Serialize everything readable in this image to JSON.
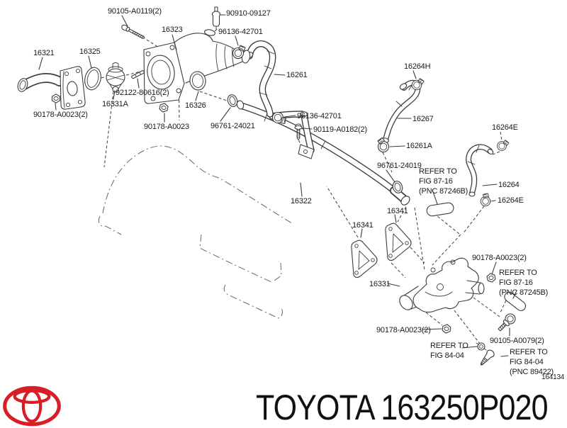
{
  "page": {
    "background": "#ffffff",
    "description": "Toyota parts catalog exploded diagram, water by-pass pipe / thermostat housing"
  },
  "colors": {
    "line": "#3b3b3b",
    "engine_outline": "#666666",
    "label": "#1a1a1a",
    "logo_red": "#d91d24",
    "title": "#111111"
  },
  "diagram": {
    "diagram_id": "164134",
    "callouts": [
      {
        "id": "bolt-90105-A0119",
        "text": "90105-A0119(2)"
      },
      {
        "id": "sensor-90910-09127",
        "text": "90910-09127"
      },
      {
        "id": "housing-16323",
        "text": "16323"
      },
      {
        "id": "clamp-96136-42701-top",
        "text": "96136-42701"
      },
      {
        "id": "gasket-16325",
        "text": "16325"
      },
      {
        "id": "inlet-16321",
        "text": "16321"
      },
      {
        "id": "clamp-16264H",
        "text": "16264H"
      },
      {
        "id": "hose-16261",
        "text": "16261"
      },
      {
        "id": "stud-92122-80616",
        "text": "92122-80616(2)"
      },
      {
        "id": "thermostat-16331A",
        "text": "16331A"
      },
      {
        "id": "oring-16326",
        "text": "16326"
      },
      {
        "id": "nut-90178-A0023-left",
        "text": "90178-A0023(2)"
      },
      {
        "id": "clamp-96136-42701-mid",
        "text": "96136-42701"
      },
      {
        "id": "hose-16267",
        "text": "16267"
      },
      {
        "id": "ring-96761-24021",
        "text": "96761-24021"
      },
      {
        "id": "nut-90178-A0023-mid",
        "text": "90178-A0023"
      },
      {
        "id": "clamp-16264E-top",
        "text": "16264E"
      },
      {
        "id": "bolt-90119-A0182",
        "text": "90119-A0182(2)"
      },
      {
        "id": "clamp-16261A",
        "text": "16261A"
      },
      {
        "id": "ring-96761-24019",
        "text": "96761-24019"
      },
      {
        "id": "note-fig87-16-87246B",
        "text": "REFER TO\nFIG 87-16\n(PNC 87246B)"
      },
      {
        "id": "hose-16264",
        "text": "16264"
      },
      {
        "id": "clamp-16264E-bottom",
        "text": "16264E"
      },
      {
        "id": "pipe-16322",
        "text": "16322"
      },
      {
        "id": "gasket-16341-right",
        "text": "16341"
      },
      {
        "id": "gasket-16341-left",
        "text": "16341"
      },
      {
        "id": "nut-90178-A0023-right",
        "text": "90178-A0023(2)"
      },
      {
        "id": "note-fig87-16-87245B",
        "text": "REFER TO\nFIG 87-16\n(PNC 87245B)"
      },
      {
        "id": "outlet-16331",
        "text": "16331"
      },
      {
        "id": "nut-90178-A0023-bottom",
        "text": "90178-A0023(2)"
      },
      {
        "id": "bolt-90105-A0079",
        "text": "90105-A0079(2)"
      },
      {
        "id": "note-fig84-04",
        "text": "REFER TO\nFIG 84-04"
      },
      {
        "id": "note-fig84-04-89422",
        "text": "REFER TO\nFIG 84-04\n(PNC 89422)"
      },
      {
        "id": "diagram-number",
        "text": "164134"
      }
    ]
  },
  "footer": {
    "logo": "toyota-logo",
    "title": "TOYOTA 163250P020",
    "brand": "TOYOTA",
    "part_number": "163250P020"
  }
}
